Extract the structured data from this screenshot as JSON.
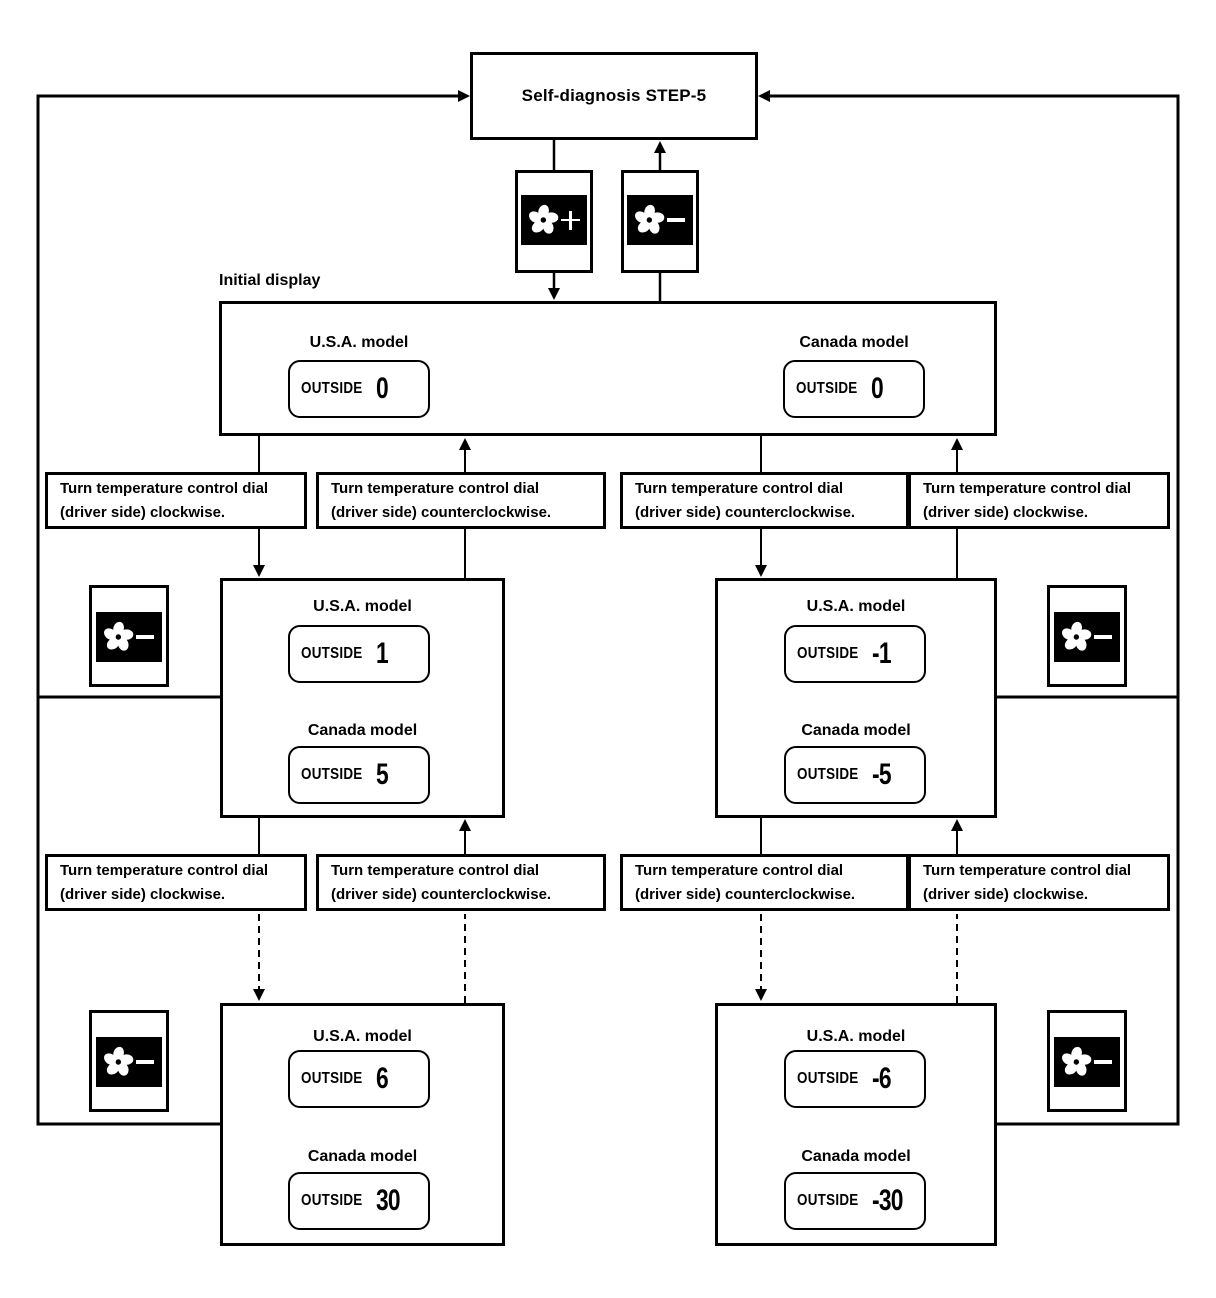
{
  "colors": {
    "ink": "#000000",
    "paper": "#ffffff"
  },
  "title": "Self-diagnosis STEP-5",
  "initial_label": "Initial display",
  "labels": {
    "usa": "U.S.A. model",
    "canada": "Canada model"
  },
  "display_word": "OUTSIDE",
  "instructions": {
    "line1": "Turn temperature control dial",
    "clockwise": "(driver side) clockwise.",
    "counterclockwise": "(driver side) counterclockwise."
  },
  "buttons": {
    "fan_up_sign": "+",
    "fan_down_sign": "−"
  },
  "icons": {
    "fan": "fan-icon",
    "plus": "plus-icon",
    "minus": "minus-icon"
  },
  "panels": {
    "initial": {
      "usa": "0",
      "canada": "0"
    },
    "mid_left": {
      "usa": "1",
      "canada": "5"
    },
    "mid_right": {
      "usa": "-1",
      "canada": "-5"
    },
    "bottom_left": {
      "usa": "6",
      "canada": "30"
    },
    "bottom_right": {
      "usa": "-6",
      "canada": "-30"
    }
  }
}
